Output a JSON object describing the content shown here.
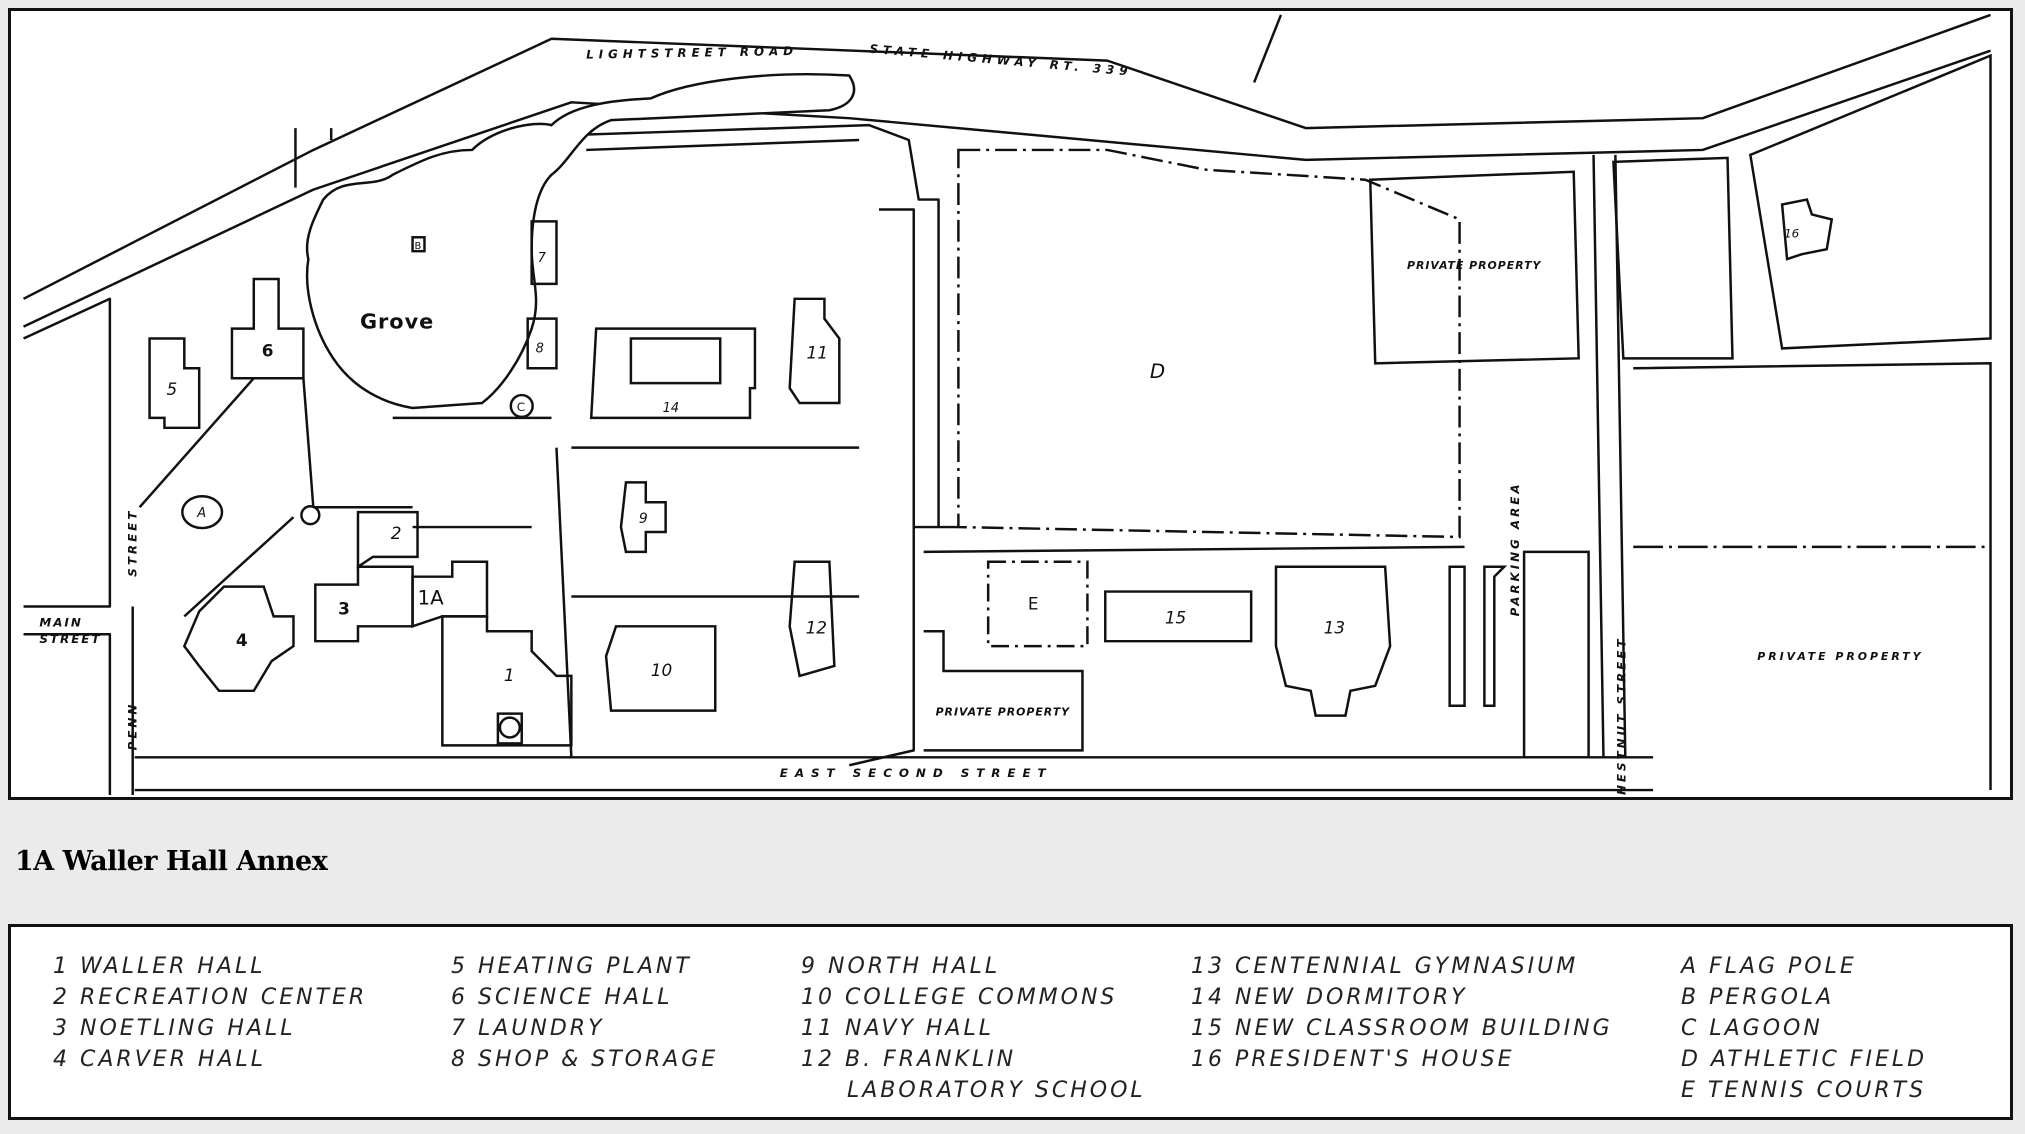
{
  "map": {
    "roads": {
      "lightstreet": "LIGHTSTREET   ROAD",
      "highway": "STATE   HIGHWAY   RT.  339",
      "main": [
        "MAIN",
        "STREET"
      ],
      "street_left": "STREET",
      "penn": "PENN",
      "east_second": "EAST    SECOND    STREET",
      "chestnut": "HESTNUT   STREET",
      "parking": "PARKING   AREA"
    },
    "areas": {
      "grove": "Grove",
      "private_1": "PRIVATE  PROPERTY",
      "private_2": "PRIVATE  PROPERTY",
      "private_3": "PRIVATE        PROPERTY"
    },
    "markers": {
      "b1": "1",
      "b1a": "1A",
      "b2": "2",
      "b3": "3",
      "b4": "4",
      "b5": "5",
      "b6": "6",
      "b7": "7",
      "b8": "8",
      "b9": "9",
      "b10": "10",
      "b11": "11",
      "b12": "12",
      "b13": "13",
      "b14": "14",
      "b15": "15",
      "b16": "16",
      "a": "A",
      "b": "B",
      "c": "C",
      "d": "D",
      "e": "E"
    }
  },
  "caption": "1A Waller Hall Annex",
  "legend": {
    "col1": [
      "1  WALLER  HALL",
      "2  RECREATION  CENTER",
      "3  NOETLING   HALL",
      "4  CARVER   HALL"
    ],
    "col2": [
      "5  HEATING  PLANT",
      "6  SCIENCE  HALL",
      "7  LAUNDRY",
      "8  SHOP  & STORAGE"
    ],
    "col3": [
      "9  NORTH  HALL",
      "10  COLLEGE  COMMONS",
      "11  NAVY  HALL",
      "12  B. FRANKLIN",
      "LABORATORY  SCHOOL"
    ],
    "col4": [
      "13 CENTENNIAL  GYMNASIUM",
      "14  NEW  DORMITORY",
      "15  NEW  CLASSROOM  BUILDING",
      "16  PRESIDENT'S  HOUSE"
    ],
    "col5": [
      "A  FLAG  POLE",
      "B  PERGOLA",
      "C  LAGOON",
      "D  ATHLETIC  FIELD",
      "E  TENNIS  COURTS"
    ]
  }
}
